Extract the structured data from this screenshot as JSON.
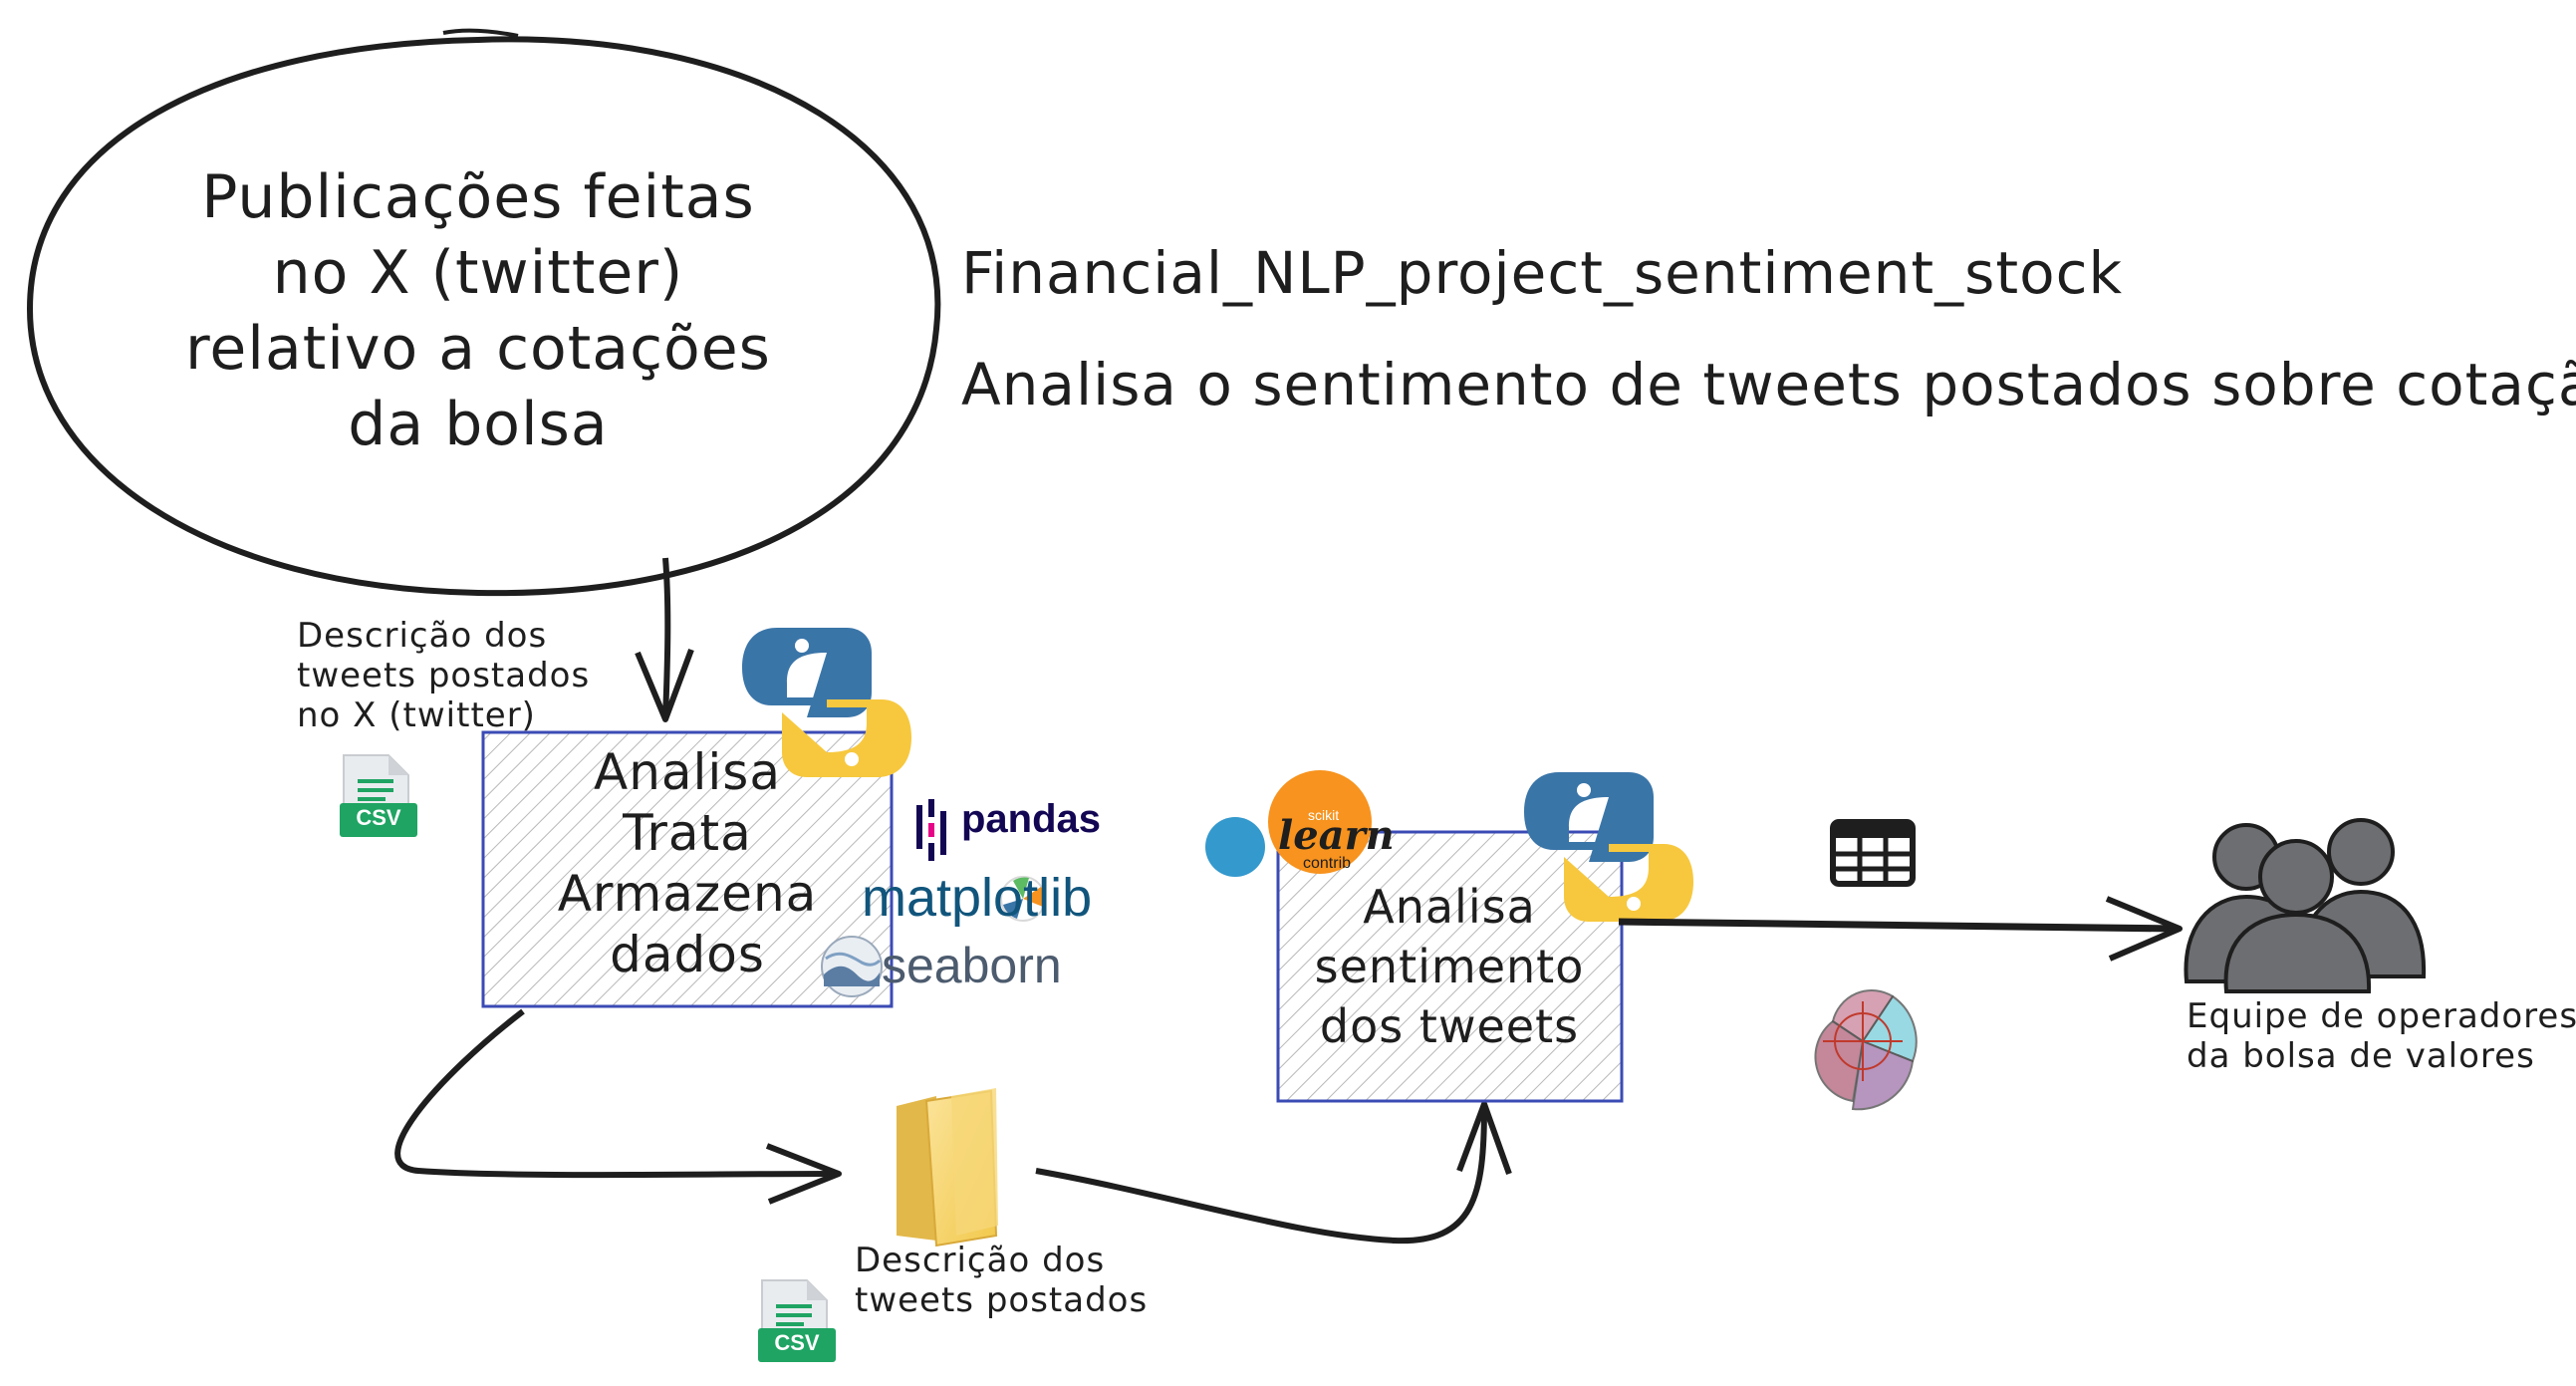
{
  "header": {
    "project_name": "Financial_NLP_project_sentiment_stock",
    "project_description": "Analisa o sentimento de tweets postados sobre cotação"
  },
  "source": {
    "lines": [
      "Publicações feitas",
      "no X (twitter)",
      "relativo a cotações",
      "da bolsa"
    ]
  },
  "input_file": {
    "lines": [
      "Descrição dos",
      "tweets postados",
      "no X (twitter)"
    ],
    "badge": "CSV"
  },
  "process_box": {
    "lines": [
      "Analisa",
      "Trata",
      "Armazena",
      "dados"
    ]
  },
  "libraries": {
    "pandas": "pandas",
    "matplotlib": "matplotlib",
    "seaborn": "seaborn"
  },
  "stored_file": {
    "lines": [
      "Descrição dos",
      "tweets postados"
    ],
    "badge": "CSV"
  },
  "sentiment_box": {
    "lines": [
      "Analisa",
      "sentimento",
      "dos tweets"
    ]
  },
  "sklearn_logo": {
    "top": "scikit",
    "main": "learn",
    "bottom": "contrib"
  },
  "consumers": {
    "lines": [
      "Equipe de operadores",
      "da bolsa de valores"
    ]
  },
  "colors": {
    "stroke": "#1e1e1e",
    "box_border": "#3b4bb5",
    "csv_green": "#1fa463",
    "python_blue": "#3a75a8",
    "python_yellow": "#f7c83e",
    "sklearn_orange": "#f7931e",
    "sklearn_blue": "#3499cd",
    "folder_yellow": "#f7d774",
    "people_gray": "#6d6e71"
  }
}
